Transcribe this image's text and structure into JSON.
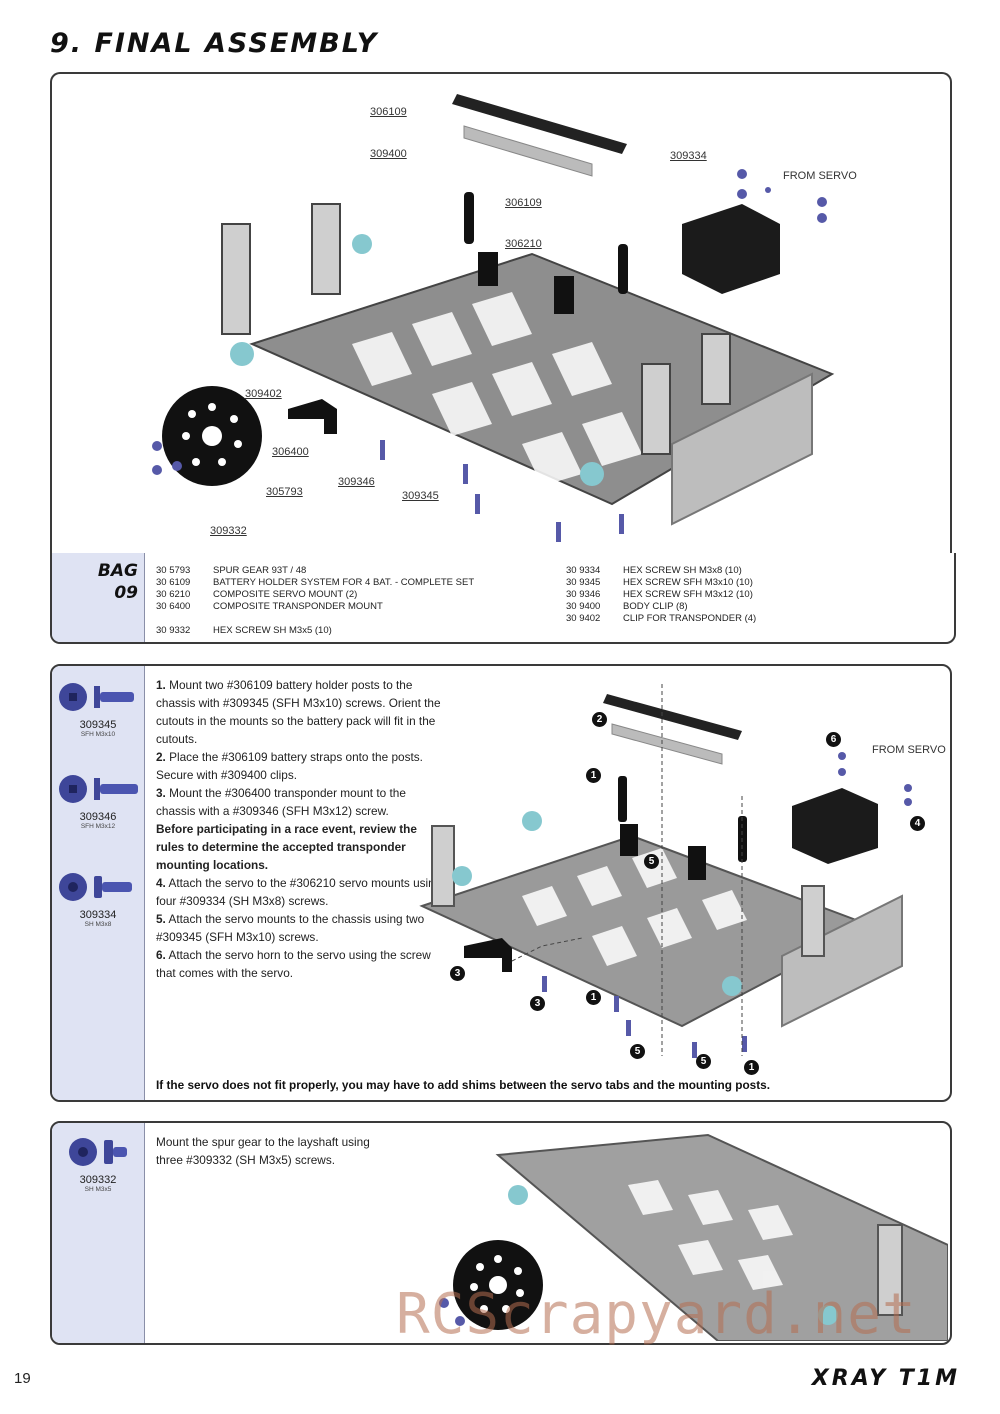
{
  "page": {
    "title": "9. FINAL ASSEMBLY",
    "number": "19",
    "brand": "XRAY T1M",
    "watermark": "RCScrapyard.net"
  },
  "diagram1": {
    "callouts": [
      "306109",
      "309400",
      "306109",
      "306210",
      "309334",
      "FROM SERVO",
      "309402",
      "306400",
      "309346",
      "309345",
      "305793",
      "309332"
    ]
  },
  "bag": {
    "label_top": "BAG",
    "label_bottom": "09",
    "parts_left": [
      {
        "code": "30 5793",
        "desc": "SPUR GEAR 93T / 48"
      },
      {
        "code": "30 6109",
        "desc": "BATTERY HOLDER SYSTEM FOR 4 BAT. - COMPLETE SET"
      },
      {
        "code": "30 6210",
        "desc": "COMPOSITE SERVO MOUNT (2)"
      },
      {
        "code": "30 6400",
        "desc": "COMPOSITE TRANSPONDER MOUNT"
      },
      {
        "code": "30 9332",
        "desc": "HEX SCREW  SH M3x5 (10)"
      }
    ],
    "parts_right": [
      {
        "code": "30 9334",
        "desc": "HEX SCREW  SH M3x8  (10)"
      },
      {
        "code": "30 9345",
        "desc": "HEX SCREW  SFH M3x10 (10)"
      },
      {
        "code": "30 9346",
        "desc": "HEX SCREW  SFH M3x12 (10)"
      },
      {
        "code": "30 9400",
        "desc": "BODY CLIP (8)"
      },
      {
        "code": "30 9402",
        "desc": "CLIP FOR TRANSPONDER (4)"
      }
    ]
  },
  "step_panel": {
    "screws": [
      {
        "code": "309345",
        "size": "SFH M3x10"
      },
      {
        "code": "309346",
        "size": "SFH M3x12"
      },
      {
        "code": "309334",
        "size": "SH M3x8"
      }
    ],
    "steps": [
      {
        "num": "1.",
        "text": " Mount two #306109 battery holder posts to the chassis with #309345 (SFH M3x10) screws. Orient the cutouts in the mounts so the battery pack will fit in the cutouts."
      },
      {
        "num": "2.",
        "text": " Place the #306109 battery straps onto the posts. Secure with #309400 clips."
      },
      {
        "num": "3.",
        "text": " Mount the #306400 transponder mount to the chassis with a #309346 (SFH M3x12) screw."
      },
      {
        "num": "",
        "text": "Before participating in a race event, review the rules to determine the accepted transponder mounting locations."
      },
      {
        "num": "4.",
        "text": " Attach the servo to the #306210 servo mounts using four #309334 (SH M3x8) screws."
      },
      {
        "num": "5.",
        "text": " Attach the servo mounts to the chassis using two #309345 (SFH M3x10) screws."
      },
      {
        "num": "6.",
        "text": " Attach the servo horn to the servo using the screw that comes with the servo."
      }
    ],
    "from_servo": "FROM SERVO",
    "markers": [
      "1",
      "2",
      "6",
      "4",
      "5",
      "3",
      "3",
      "1",
      "5",
      "5",
      "1"
    ],
    "note": "If the servo does not fit properly, you may have to add shims between the servo tabs and the mounting posts."
  },
  "spur_panel": {
    "screw": {
      "code": "309332",
      "size": "SH M3x5"
    },
    "text": "Mount the spur gear to the layshaft using three #309332 (SH M3x5) screws."
  }
}
